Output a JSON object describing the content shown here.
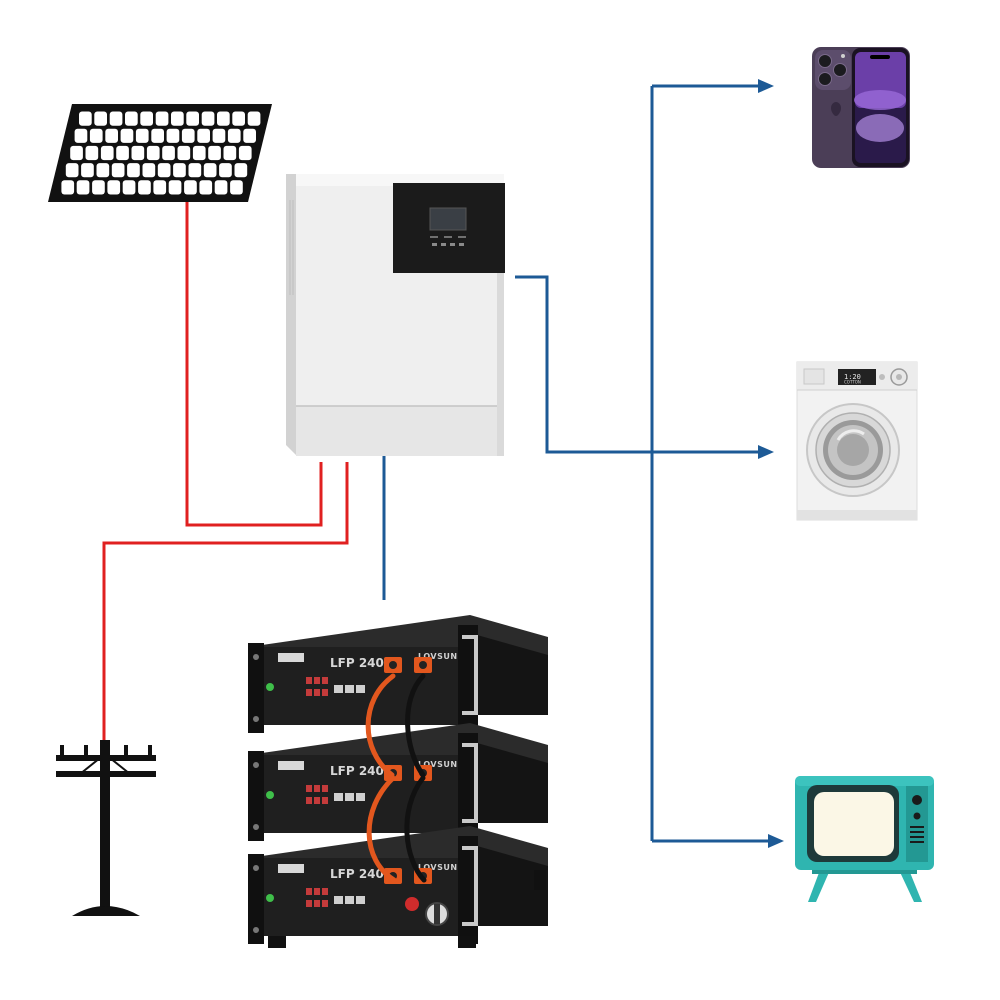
{
  "battery": {
    "units": [
      {
        "model": "LFP 2400",
        "brand": "LOVSUN"
      },
      {
        "model": "LFP 2400",
        "brand": "LOVSUN"
      },
      {
        "model": "LFP 2400",
        "brand": "LOVSUN"
      }
    ]
  },
  "washer": {
    "display_time": "1:20",
    "display_mode": "COTTON"
  },
  "icons": {
    "solar": "solar-panel-icon",
    "inverter": "inverter-icon",
    "battery": "battery-stack-icon",
    "grid": "utility-pole-icon",
    "phone": "smartphone-icon",
    "washer": "washing-machine-icon",
    "tv": "television-icon"
  },
  "colors": {
    "dc_line": "#e02020",
    "ac_line": "#1d5a96",
    "tv_body": "#2fb5b0",
    "phone_body": "#5a4a6a"
  }
}
